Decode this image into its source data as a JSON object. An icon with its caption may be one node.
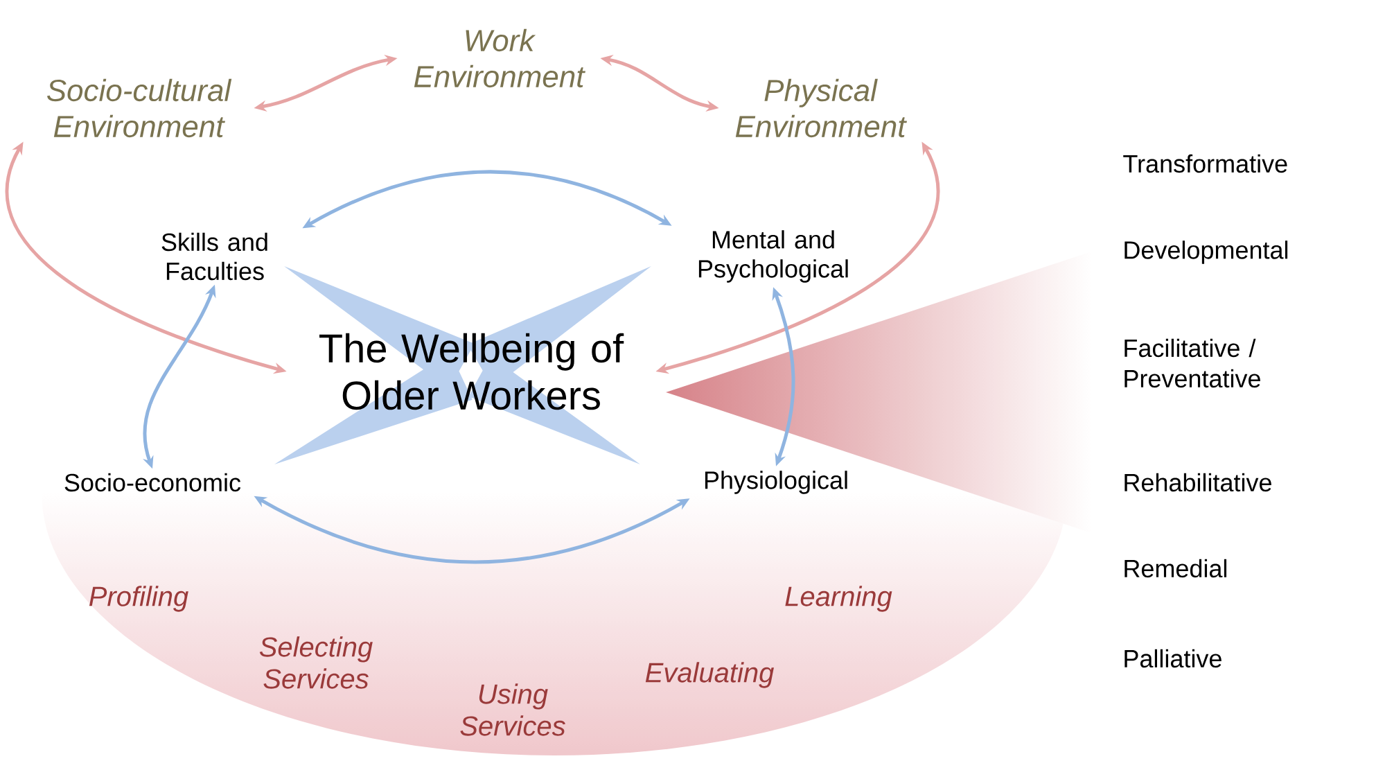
{
  "diagram": {
    "nodes": [
      {
        "text": [
          "Work Environment"
        ]
      },
      {
        "text": [
          "Socio-cultural Environment"
        ]
      },
      {
        "text": [
          "Physical Environment"
        ]
      },
      {
        "text": [
          "Skills and Faculties"
        ]
      },
      {
        "text": [
          "Mental and Psychological"
        ]
      },
      {
        "text": [
          "The Wellbeing of Older Workers"
        ]
      },
      {
        "text": [
          "Socio-economic"
        ]
      },
      {
        "text": [
          "Physiological"
        ]
      },
      {
        "text": [
          "Profiling",
          "Selecting Services",
          "Using Services",
          "Evaluating",
          "Learning"
        ]
      }
    ],
    "edges": [
      {
        "from": 1,
        "to": 0,
        "arrow": "both",
        "color": "#e6a4a4"
      },
      {
        "from": 0,
        "to": 2,
        "arrow": "both",
        "color": "#e6a4a4"
      },
      {
        "from": 1,
        "to": 5,
        "arrow": "both",
        "color": "#e6a4a4"
      },
      {
        "from": 2,
        "to": 5,
        "arrow": "both",
        "color": "#e6a4a4"
      },
      {
        "from": 3,
        "to": 4,
        "arrow": "both"
      },
      {
        "from": 3,
        "to": 6,
        "arrow": "both"
      },
      {
        "from": 4,
        "to": 7,
        "arrow": "both"
      },
      {
        "from": 6,
        "to": 7,
        "arrow": "both"
      }
    ],
    "labels": [
      "Transformative",
      "Developmental",
      "Facilitative / Preventative",
      "Rehabilitative",
      "Remedial",
      "Palliative"
    ]
  }
}
